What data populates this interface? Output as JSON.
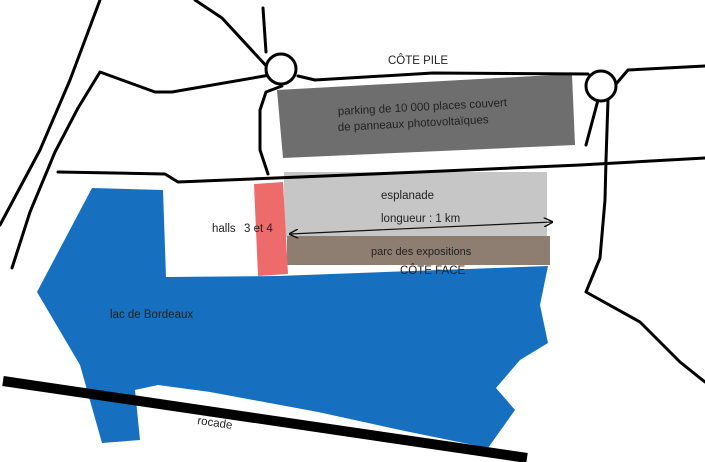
{
  "labels": {
    "cote_pile": "CÔTE PILE",
    "parking_line1": "parking de 10 000 places couvert",
    "parking_line2": "de panneaux photovoltaïques",
    "esplanade": "esplanade",
    "halls": "halls",
    "halls_numbers": "3 et 4",
    "longueur": "longueur : 1 km",
    "parc": "parc des expositions",
    "cote_face": "CÔTE FACE",
    "lac": "lac de Bordeaux",
    "rocade": "rocade"
  },
  "colors": {
    "lake": "#1670bf",
    "parking": "#6e6e6e",
    "esplanade": "#c6c6c6",
    "parc": "#8e7d71",
    "halls": "#ee6b6b",
    "roads": "#000000"
  }
}
